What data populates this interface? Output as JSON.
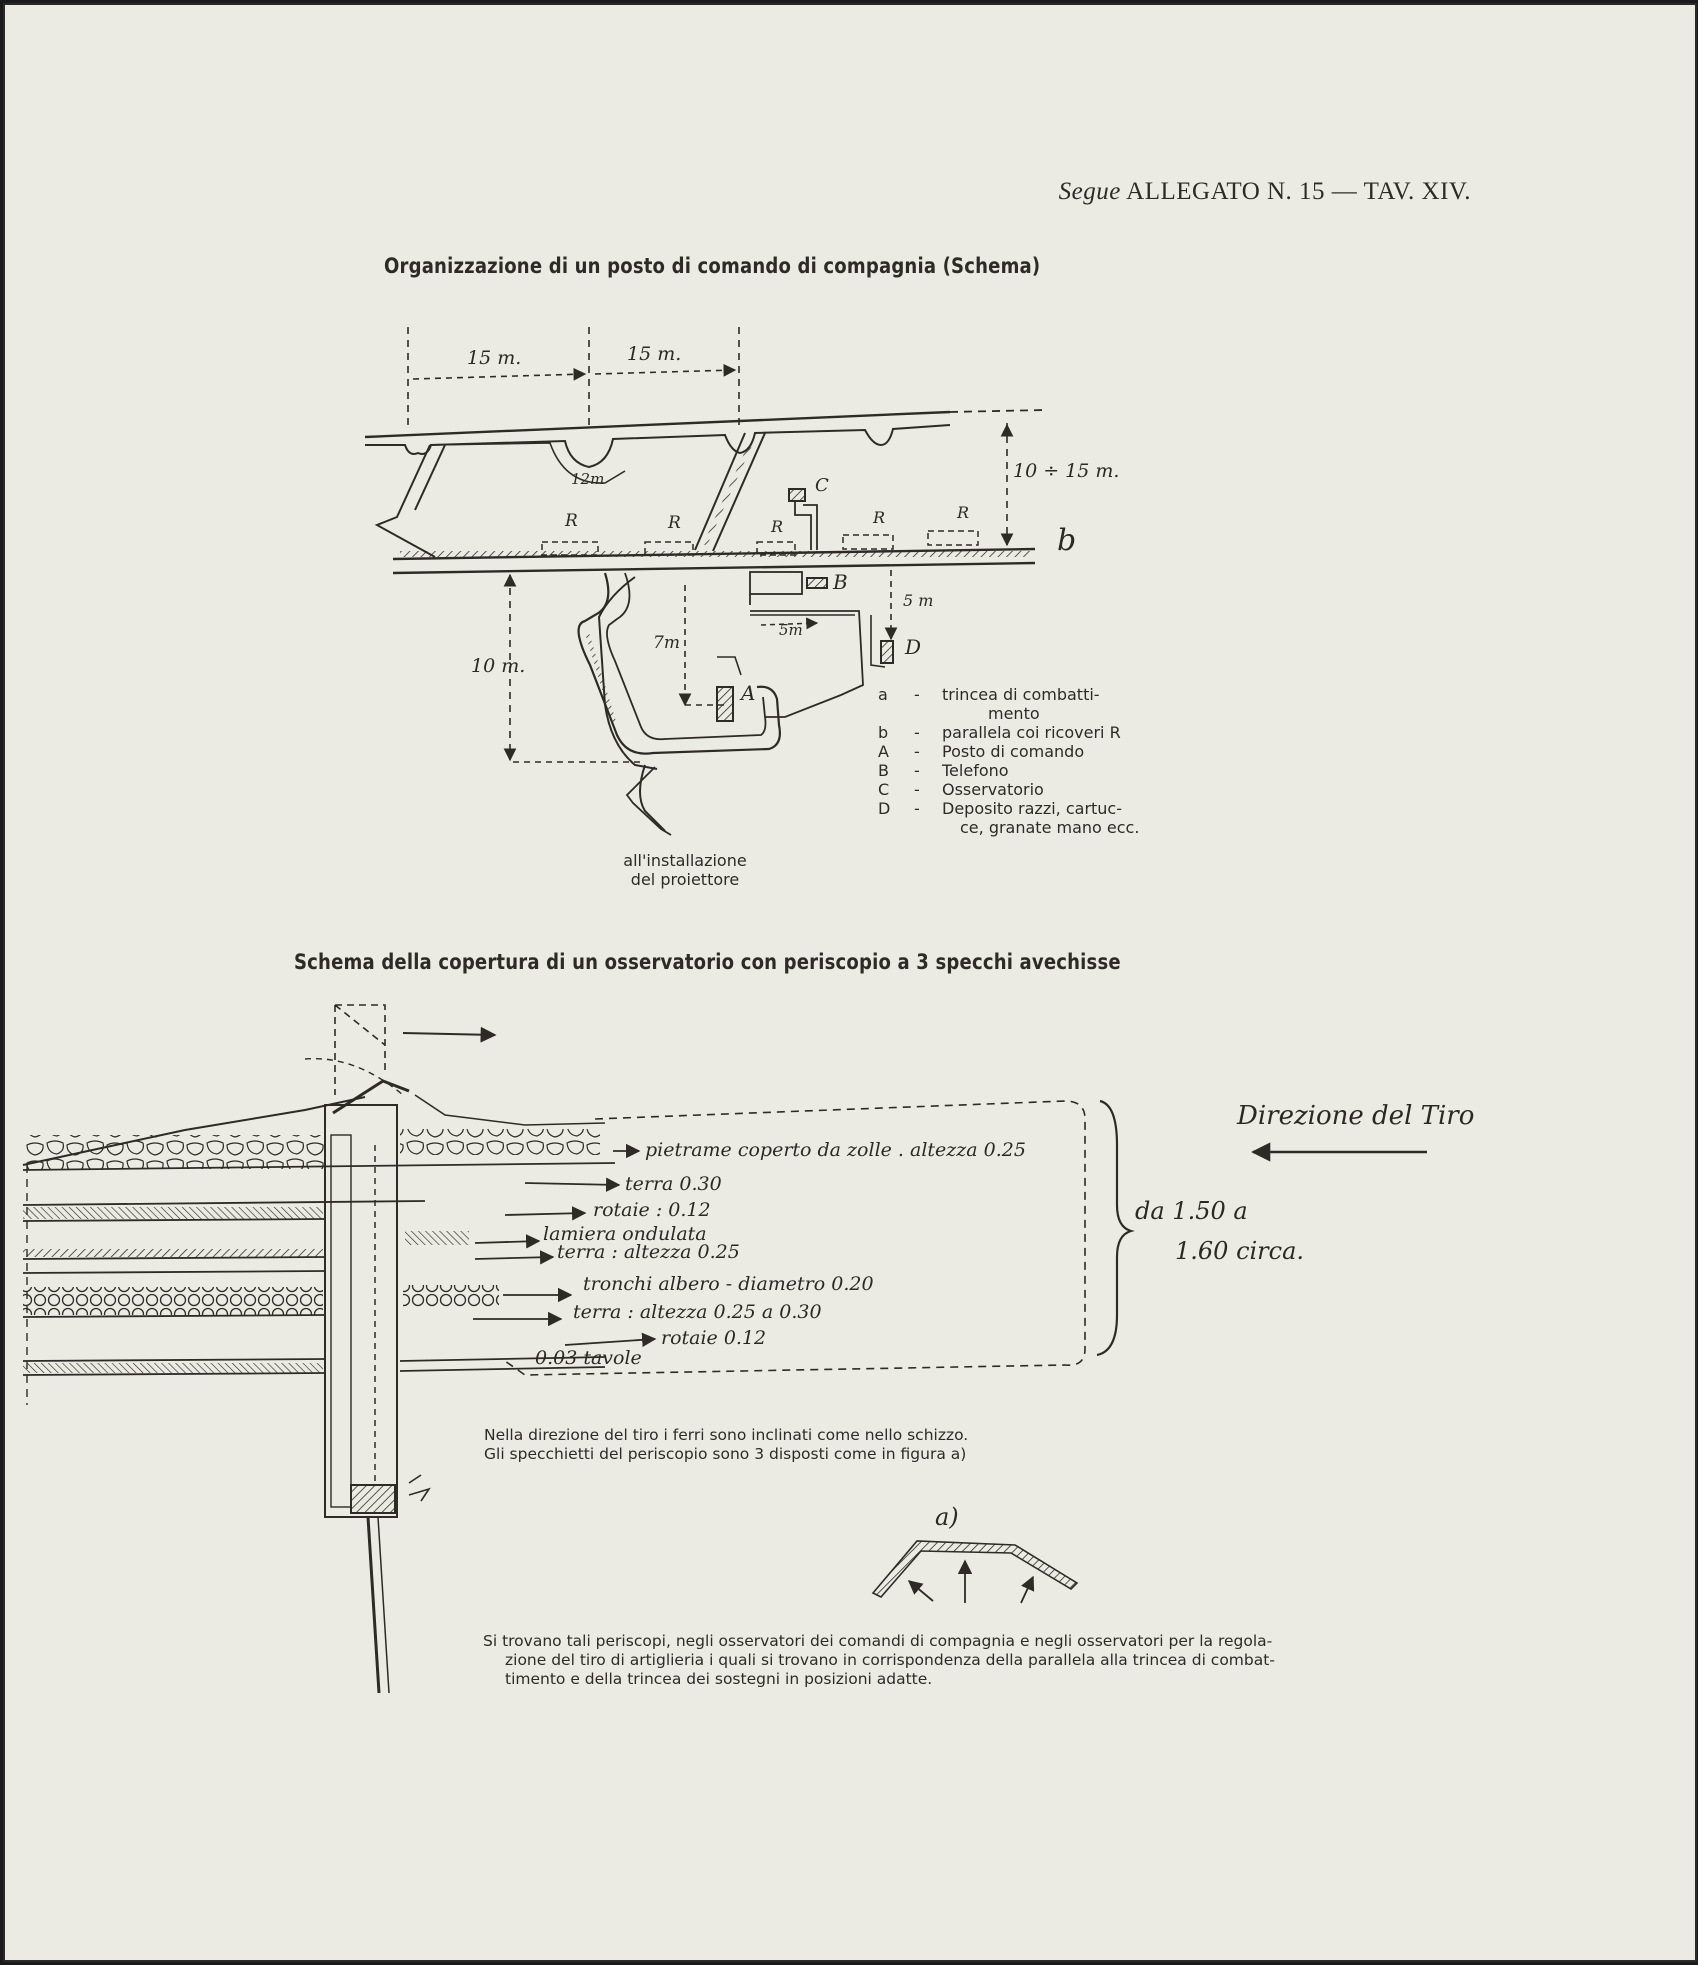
{
  "header": {
    "segue": "Segue",
    "allegato": "ALLEGATO N. 15 — TAV. XIV."
  },
  "figure1": {
    "title": "Organizzazione di un posto di comando di compagnia (Schema)",
    "dims": {
      "d15a": "15 m.",
      "d15b": "15 m.",
      "d10_15": "10 ÷ 15 m.",
      "d12": "12m",
      "d10": "10   m.",
      "d7": "7m",
      "d5a": "5m",
      "d5b": "5 m"
    },
    "labels": {
      "R1": "R",
      "R2": "R",
      "R3": "R",
      "R4": "R",
      "R5": "R",
      "b": "b",
      "A": "A",
      "B": "B",
      "C": "C",
      "D": "D"
    },
    "legend": [
      {
        "key": "a",
        "text": "trincea di combatti-",
        "cont": "mento"
      },
      {
        "key": "b",
        "text": "parallela coi ricoveri R"
      },
      {
        "key": "A",
        "text": "Posto di comando"
      },
      {
        "key": "B",
        "text": "Telefono"
      },
      {
        "key": "C",
        "text": "Osservatorio"
      },
      {
        "key": "D",
        "text": "Deposito razzi, cartuc-",
        "cont": "ce, granate mano ecc."
      }
    ],
    "exit_note": [
      "all'installazione",
      "del proiettore"
    ]
  },
  "figure2": {
    "title": "Schema della copertura di un osservatorio con periscopio a 3 specchi avechisse",
    "layers": [
      "pietrame coperto da zolle . altezza 0.25",
      "terra 0.30",
      "rotaie : 0.12",
      "lamiera ondulata",
      "terra : altezza 0.25",
      "tronchi albero - diametro 0.20",
      "terra : altezza 0.25 a 0.30",
      "rotaie 0.12",
      "0.03 tavole"
    ],
    "thickness": [
      "da 1.50 a",
      "1.60 circa."
    ],
    "direction": "Direzione del Tiro",
    "note": [
      "Nella direzione del tiro i ferri sono inclinati come nello schizzo.",
      "Gli specchietti del periscopio sono 3 disposti come in figura a)"
    ],
    "figure_a_label": "a)",
    "bottom_note": [
      "Si trovano tali periscopi, negli osservatori dei comandi di compagnia e negli osservatori per la regola-",
      "zione del tiro di artiglieria i quali si trovano in corrispondenza della parallela alla trincea di combat-",
      "timento e della trincea dei sostegni in posizioni adatte."
    ]
  },
  "colors": {
    "paper": "#ecebe3",
    "ink": "#2e2b27",
    "frame": "#1a1a1a"
  }
}
